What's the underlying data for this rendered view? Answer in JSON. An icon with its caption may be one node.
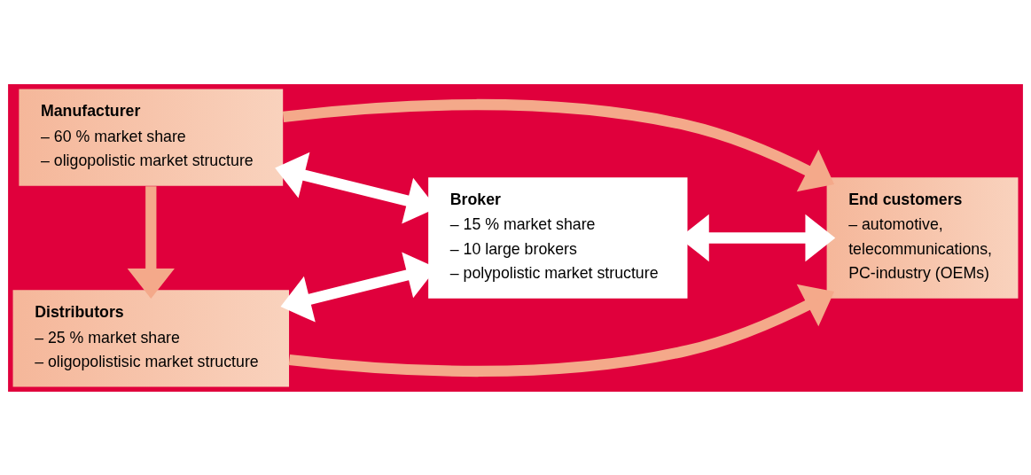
{
  "diagram": {
    "nodes": [
      {
        "text": [
          "Manufacturer",
          "– 60 % market share",
          "– oligopolistic market structure"
        ]
      },
      {
        "text": [
          "Distributors",
          "– 25 % market share",
          "– oligopolistisic market structure"
        ]
      },
      {
        "text": [
          "Broker",
          "– 15 % market share",
          "– 10 large brokers",
          "– polypolistic market structure"
        ]
      },
      {
        "text": [
          "End customers",
          "– automotive, telecommunications, PC-industry (OEMs)"
        ]
      }
    ],
    "edges": [
      {
        "from": 0,
        "to": 3,
        "arrow": "to"
      },
      {
        "from": 0,
        "to": 1,
        "arrow": "to"
      },
      {
        "from": 0,
        "to": 2,
        "arrow": "both",
        "color": "#ffffff"
      },
      {
        "from": 1,
        "to": 2,
        "arrow": "both",
        "color": "#ffffff"
      },
      {
        "from": 2,
        "to": 3,
        "arrow": "both",
        "color": "#ffffff"
      },
      {
        "from": 1,
        "to": 3,
        "arrow": "to"
      }
    ]
  }
}
